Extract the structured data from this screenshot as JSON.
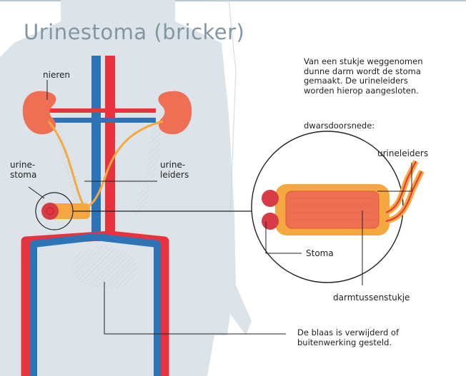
{
  "title": "Urinestoma (bricker)",
  "labels": {
    "nieren": "nieren",
    "urine_stoma_1": "urine-",
    "urine_stoma_2": "stoma",
    "urine_leiders_1": "urine-",
    "urine_leiders_2": "leiders",
    "urineleiders": "urineleiders",
    "stoma": "Stoma",
    "darmtussenstukje": "darmtussenstukje"
  },
  "description": {
    "line1": "Van een stukje weggenomen",
    "line2": "dunne darm wordt de stoma",
    "line3": "gemaakt. De urineleiders",
    "line4": "worden hierop aangesloten."
  },
  "cross_section_label": "dwarsdoorsnede:",
  "bladder_note": {
    "line1": "De blaas is verwijderd of",
    "line2": "buitenwerking gesteld."
  },
  "colors": {
    "title": "#8196a3",
    "body_silhouette": "#dde4e9",
    "artery": "#e8333f",
    "vein": "#2d74b6",
    "kidney": "#ef6f55",
    "ureter": "#f5a83f",
    "stoma": "#d83b46"
  }
}
